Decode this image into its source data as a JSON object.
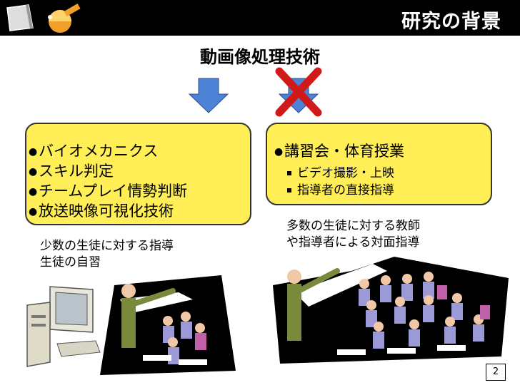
{
  "slide": {
    "title": "研究の背景",
    "subtitle": "動画像処理技術",
    "left_items": [
      "バイオメカニクス",
      "スキル判定",
      "チームプレイ情勢判断",
      "放送映像可視化技術"
    ],
    "left_note": [
      "少数の生徒に対する指導",
      "生徒の自習"
    ],
    "right_item": "講習会・体育授業",
    "right_subitems": [
      "ビデオ撮影・上映",
      "指導者の直接指導"
    ],
    "right_note": [
      "多数の生徒に対する教師",
      "や指導者による対面指導"
    ],
    "page_number": "2"
  },
  "icons": [
    "paper-icon",
    "telescope-icon",
    "down-arrow-icon",
    "red-cross-icon",
    "computer-icon",
    "lecture-small-icon",
    "lecture-large-icon"
  ],
  "colors": {
    "bar": "#000000",
    "box": "#ffee55",
    "arrow": "#4d82d6",
    "cross": "#d11919"
  }
}
